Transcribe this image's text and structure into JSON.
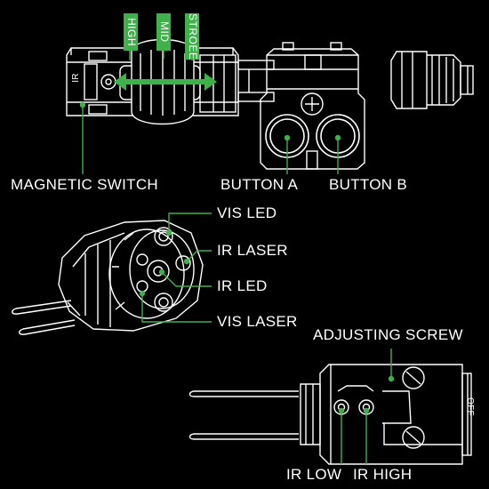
{
  "modes": {
    "high": "HIGH",
    "mid": "MID",
    "strobe": "STROEE"
  },
  "labels": {
    "magnetic_switch": "MAGNETIC SWITCH",
    "button_a": "BUTTON A",
    "button_b": "BUTTON B",
    "vis_led": "VIS LED",
    "ir_laser": "IR LASER",
    "ir_led": "IR LED",
    "vis_laser": "VIS LASER",
    "adjusting_screw": "ADJUSTING SCREW",
    "ir_low": "IR LOW",
    "ir_high": "IR HIGH"
  },
  "markings": {
    "ir": "IR",
    "off": "OFF"
  },
  "colors": {
    "accent": "#3fb04a",
    "line": "#ffffff",
    "background": "#000000"
  }
}
